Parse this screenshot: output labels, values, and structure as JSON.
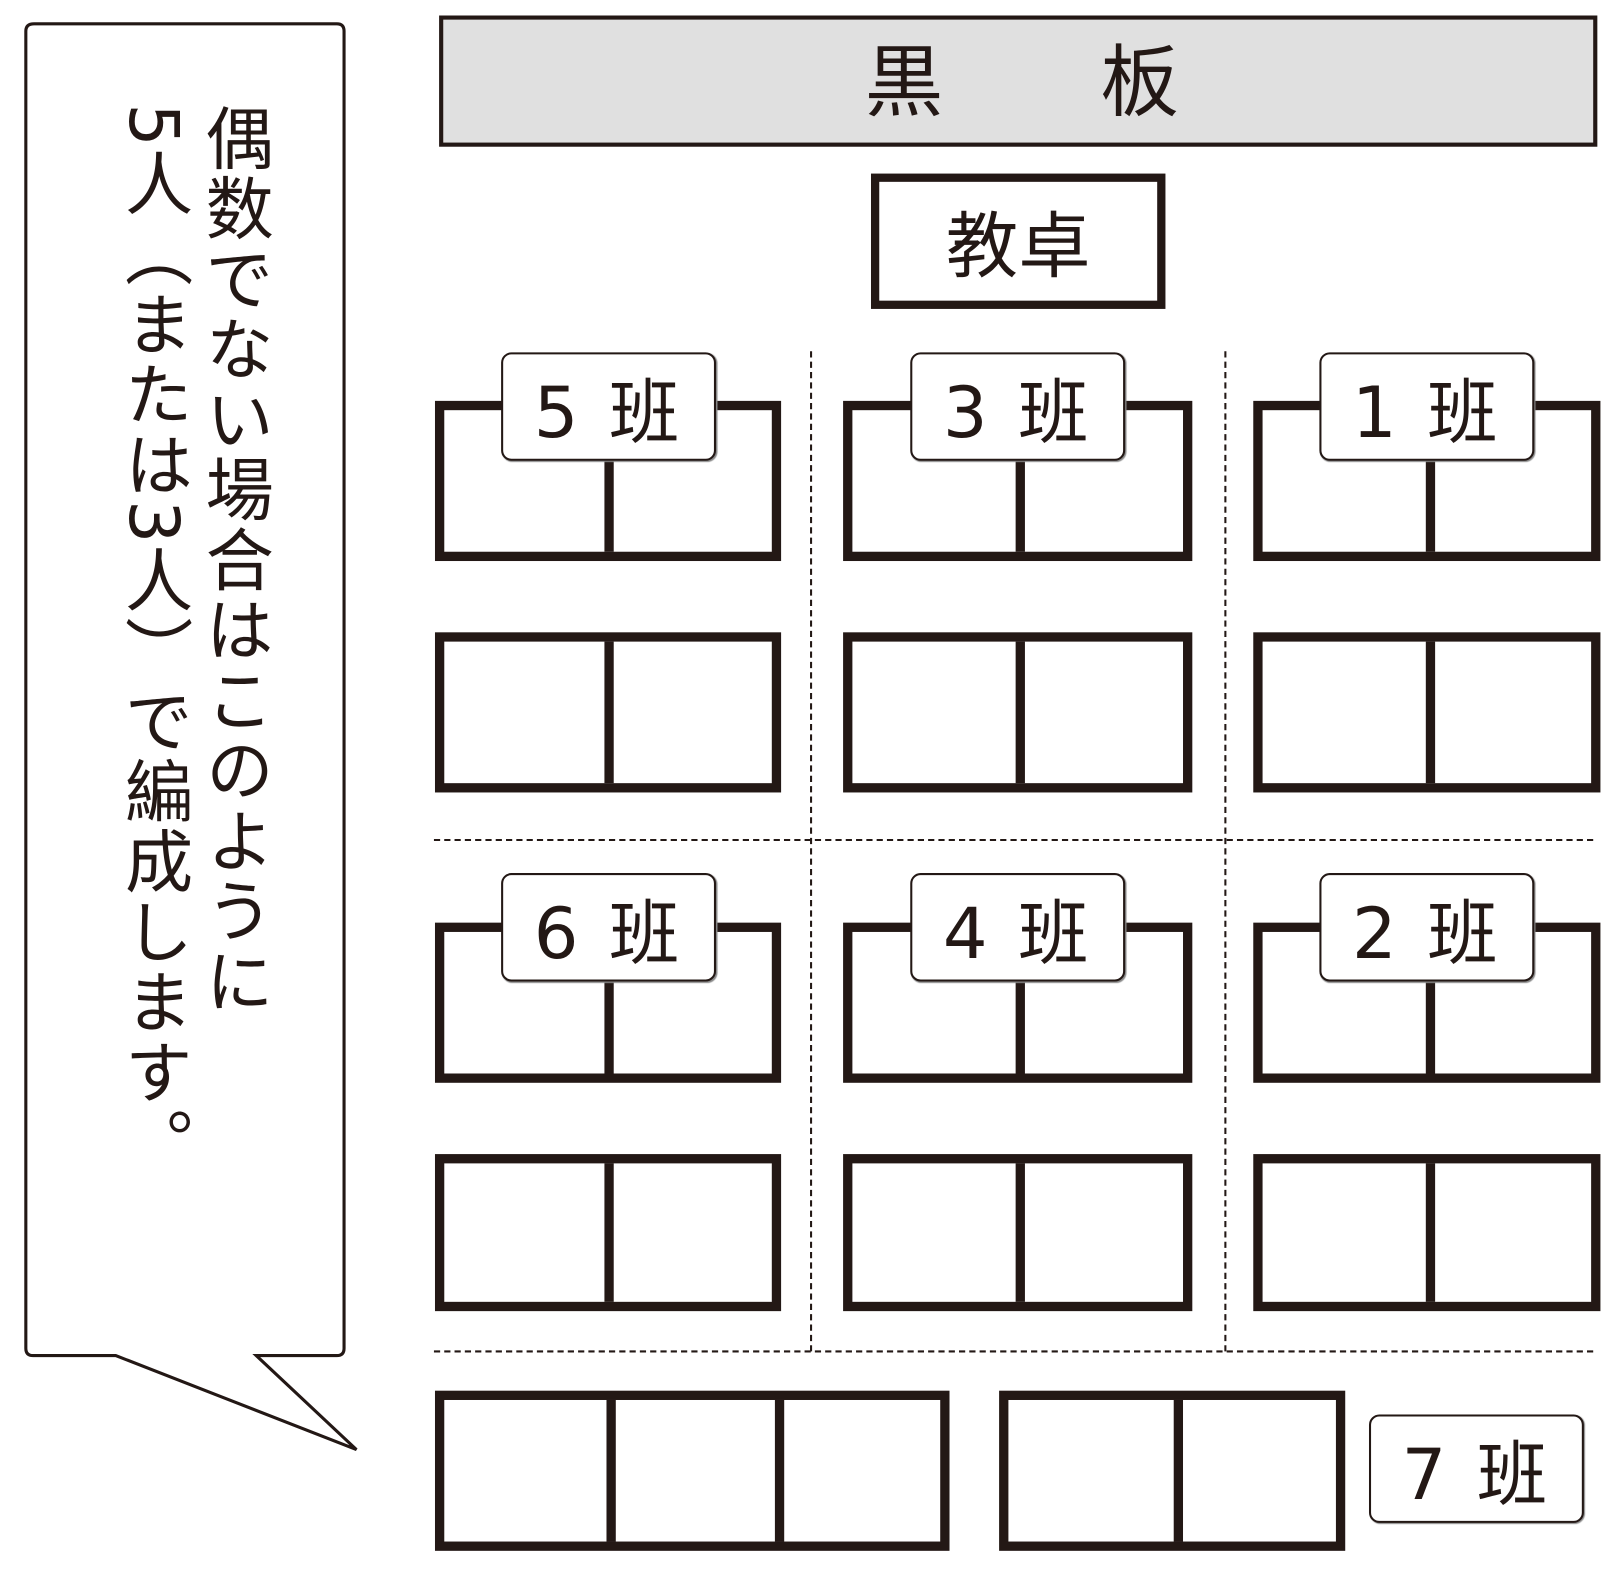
{
  "blackboard": {
    "char1": "黒",
    "char2": "板"
  },
  "podium": {
    "label": "教卓"
  },
  "groups": [
    {
      "label": "5 班"
    },
    {
      "label": "3 班"
    },
    {
      "label": "1 班"
    },
    {
      "label": "6 班"
    },
    {
      "label": "4 班"
    },
    {
      "label": "2 班"
    },
    {
      "label": "7 班"
    }
  ],
  "note": {
    "line1": "偶数でない場合はこのように",
    "line2": "5人（または3人）で編成します。"
  }
}
